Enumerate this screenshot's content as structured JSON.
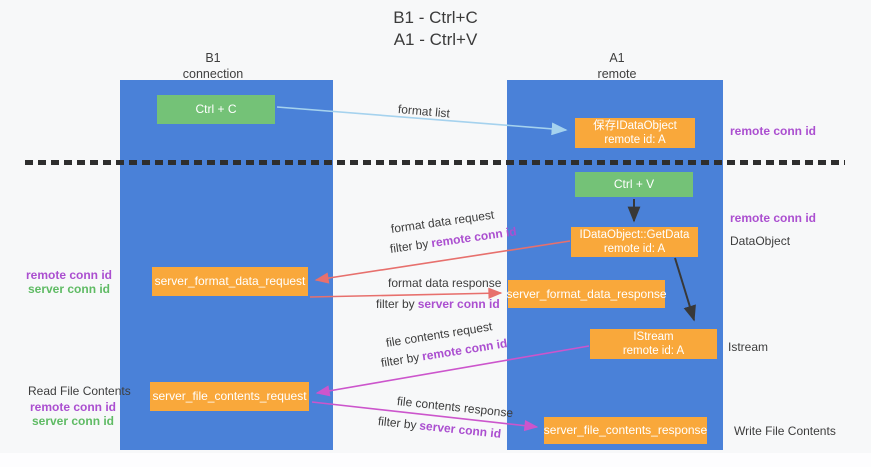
{
  "title": [
    "B1 - Ctrl+C",
    "A1 - Ctrl+V"
  ],
  "lifelines": {
    "b1": {
      "title": "B1",
      "subtitle": "connection"
    },
    "a1": {
      "title": "A1",
      "subtitle": "remote"
    }
  },
  "boxes": {
    "ctrl_c": {
      "label": "Ctrl + C"
    },
    "save_idataobject": {
      "line1": "保存IDataObject",
      "line2": "remote id: A"
    },
    "ctrl_v": {
      "label": "Ctrl + V"
    },
    "idataobject_getdata": {
      "line1": "IDataObject::GetData",
      "line2": "remote id: A"
    },
    "server_format_data_request": {
      "label": "server_format_data_request"
    },
    "server_format_data_response": {
      "label": "server_format_data_response"
    },
    "istream": {
      "line1": "IStream",
      "line2": "remote id: A"
    },
    "server_file_contents_request": {
      "label": "server_file_contents_request"
    },
    "server_file_contents_response": {
      "label": "server_file_contents_response"
    }
  },
  "messages": {
    "format_list": "format list",
    "format_data_request": "format data request",
    "format_data_response": "format data response",
    "file_contents_request": "file contents request",
    "file_contents_response": "file contents response",
    "filter_by": "filter by"
  },
  "terms": {
    "remote_conn_id": "remote conn id",
    "server_conn_id": "server conn id"
  },
  "side_labels": {
    "dataobject": "DataObject",
    "istream": "Istream",
    "read_file_contents": "Read File Contents",
    "write_file_contents": "Write File Contents"
  },
  "colors": {
    "lifeline_fill": "#4a81d8",
    "action_green": "#74c277",
    "message_orange": "#f9a83b",
    "arrow_blue": "#a5d2ee",
    "arrow_red": "#e7706d",
    "arrow_magenta": "#cc55cc",
    "arrow_black": "#383838",
    "remote_conn_purple": "#ab4fd0",
    "server_conn_green": "#5fbb64",
    "text_dark": "#3d3d3d"
  }
}
